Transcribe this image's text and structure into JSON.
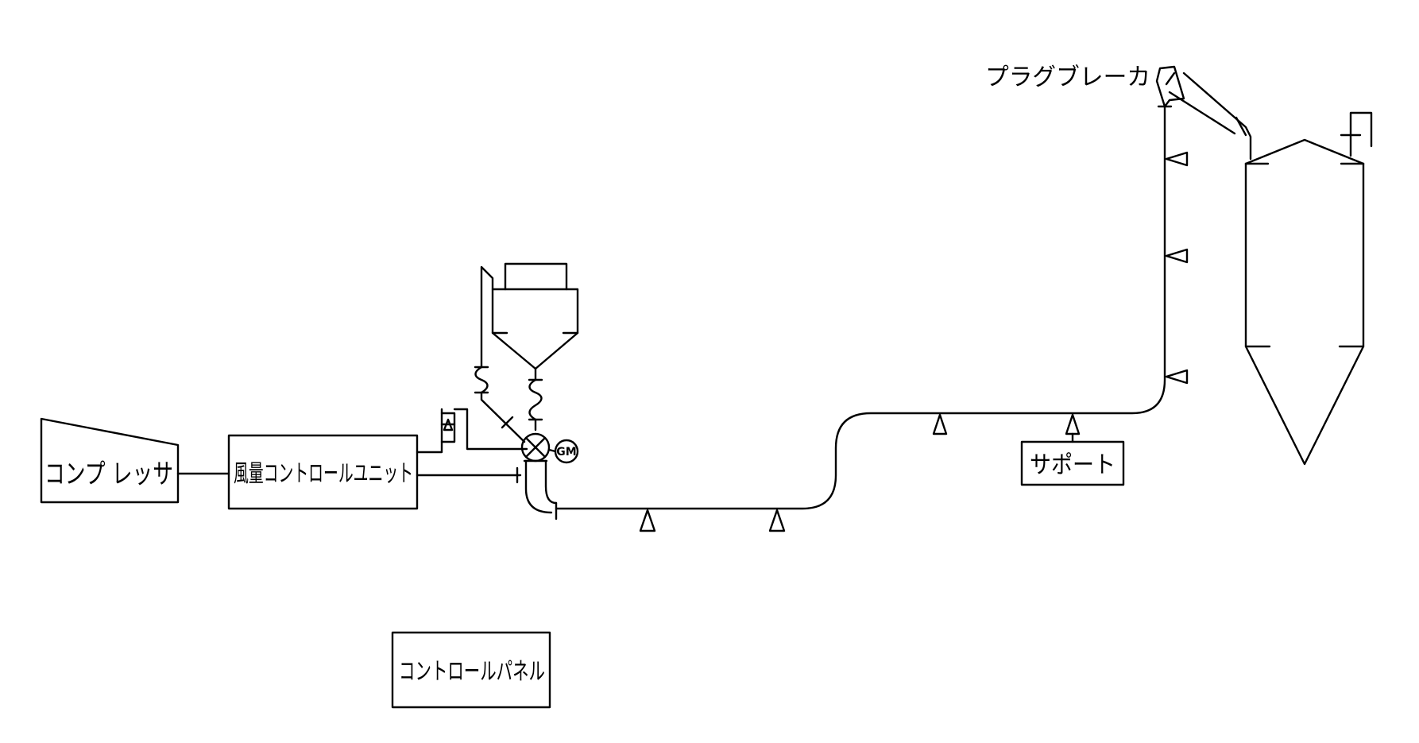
{
  "labels": {
    "compressor": "コンプ レッサ",
    "airflow_unit": "風量コントロールユニット",
    "control_panel": "コントロールパネル",
    "support": "サポート",
    "plug_breaker": "プラグブレーカ",
    "geared_motor": "GM"
  },
  "colors": {
    "line": "#000000",
    "background": "#ffffff"
  }
}
